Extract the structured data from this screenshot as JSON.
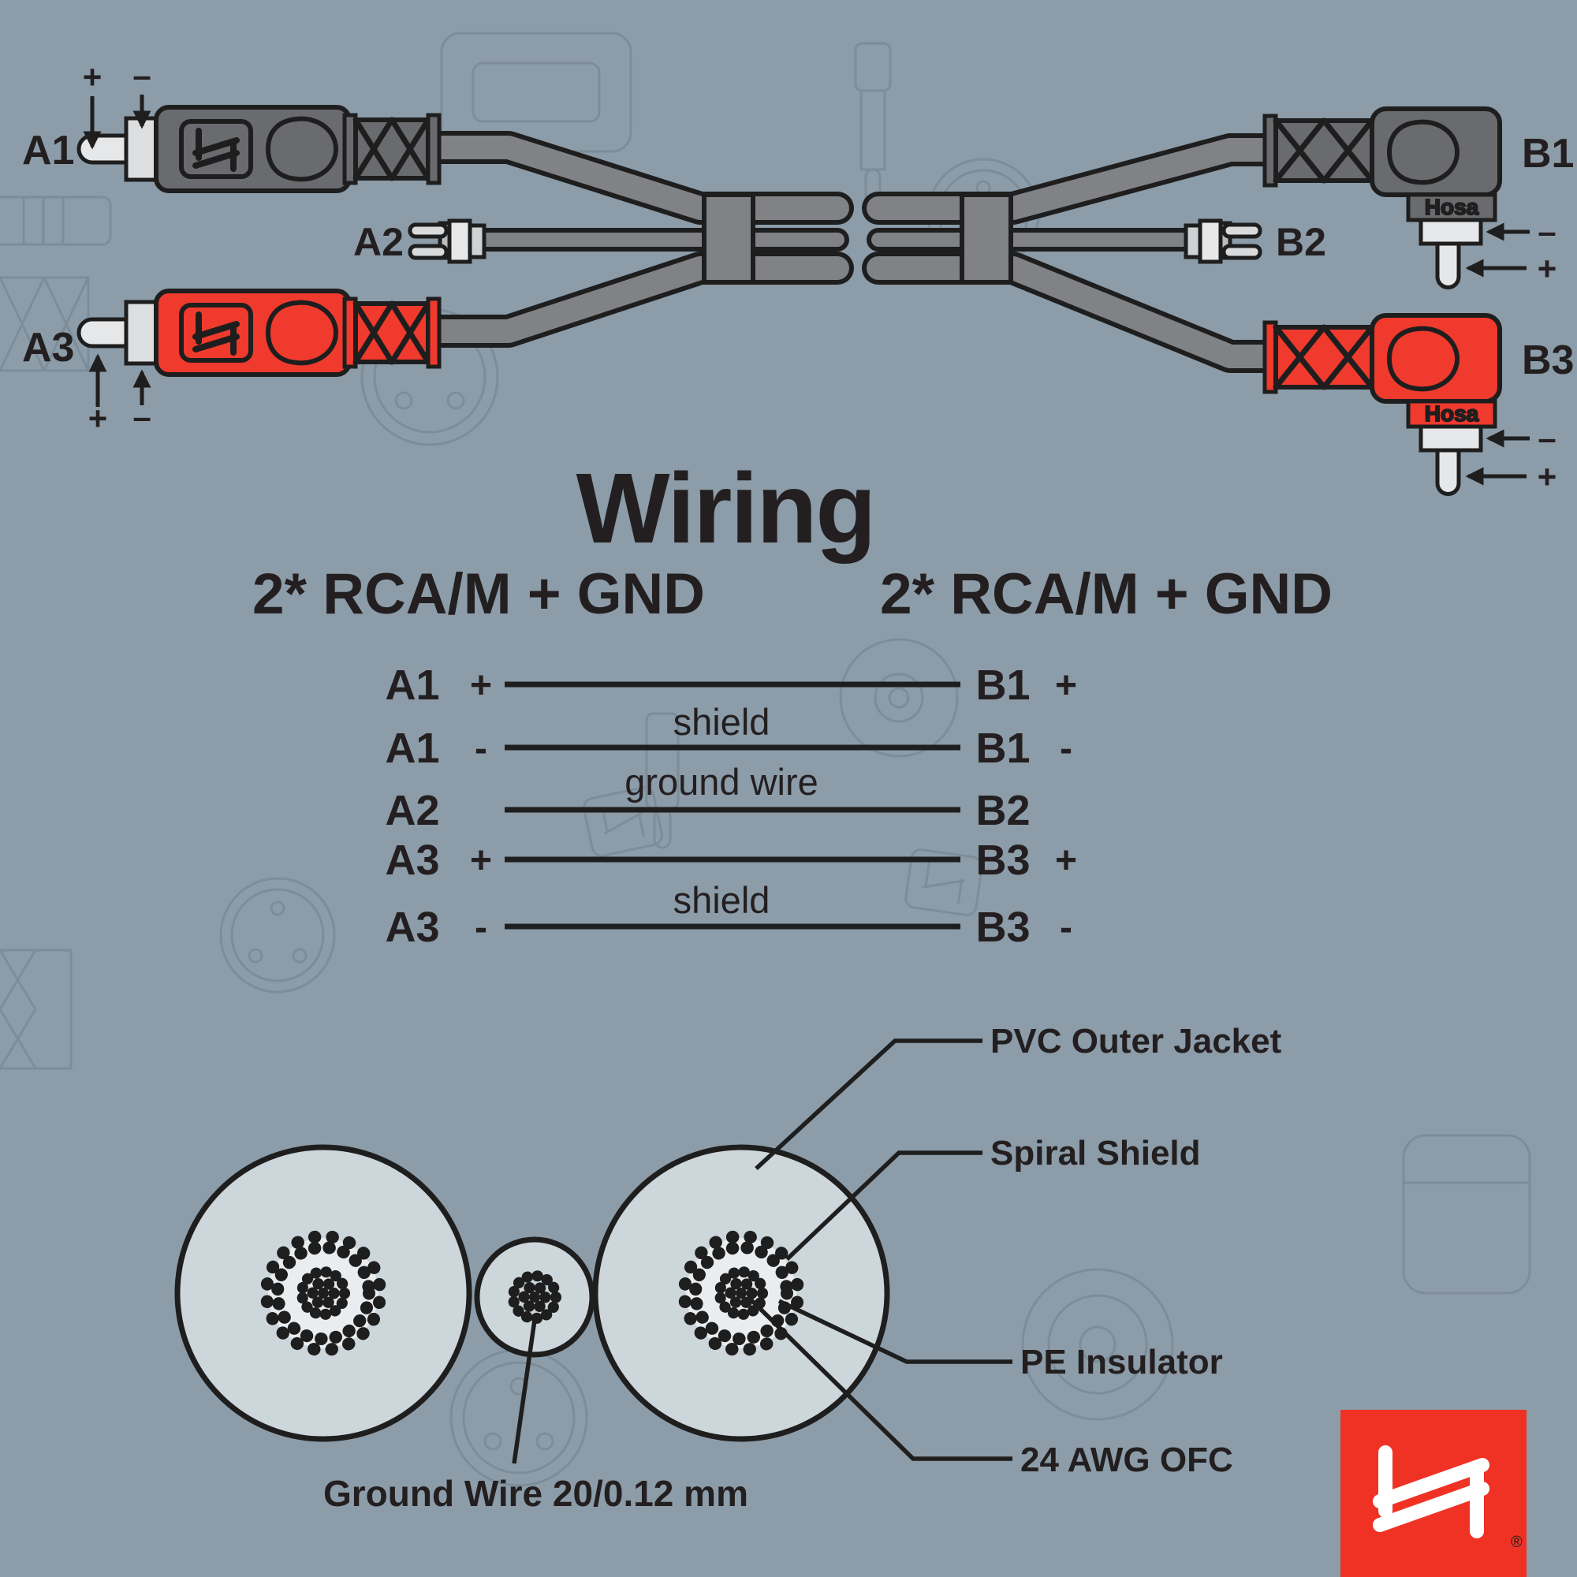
{
  "page": {
    "title": "Wiring"
  },
  "colors": {
    "background": "#8C9CA8",
    "cable_gray": "#808285",
    "connector_gray": "#6A6B6E",
    "connector_red": "#EF3A2D",
    "pin_white": "#E6E7E8",
    "jacket_fill": "#CDD6DB",
    "insulator_fill": "#E9EDEF",
    "logo_red": "#EF3224",
    "ink": "#231F20"
  },
  "connectors": {
    "a1": {
      "label": "A1",
      "plus": "+",
      "minus": "–"
    },
    "a2": {
      "label": "A2"
    },
    "a3": {
      "label": "A3",
      "plus": "+",
      "minus": "–"
    },
    "b1": {
      "label": "B1",
      "plus": "+",
      "minus": "–"
    },
    "b2": {
      "label": "B2"
    },
    "b3": {
      "label": "B3",
      "plus": "+",
      "minus": "–"
    },
    "hosa_imprint": "Hosa"
  },
  "wiring": {
    "title": "Wiring",
    "left_header": "2* RCA/M + GND",
    "right_header": "2* RCA/M + GND",
    "rows": [
      {
        "a": "A1",
        "a_sign": "+",
        "b": "B1",
        "b_sign": "+",
        "note": ""
      },
      {
        "a": "A1",
        "a_sign": "-",
        "b": "B1",
        "b_sign": "-",
        "note": "shield"
      },
      {
        "a": "A2",
        "a_sign": "",
        "b": "B2",
        "b_sign": "",
        "note": "ground wire"
      },
      {
        "a": "A3",
        "a_sign": "+",
        "b": "B3",
        "b_sign": "+",
        "note": ""
      },
      {
        "a": "A3",
        "a_sign": "-",
        "b": "B3",
        "b_sign": "-",
        "note": "shield"
      }
    ]
  },
  "cross_section": {
    "labels": {
      "pvc": "PVC Outer Jacket",
      "spiral": "Spiral Shield",
      "pe": "PE Insulator",
      "awg": "24 AWG OFC",
      "ground": "Ground Wire  20/0.12 mm"
    }
  },
  "logo": {
    "registered": "®"
  }
}
